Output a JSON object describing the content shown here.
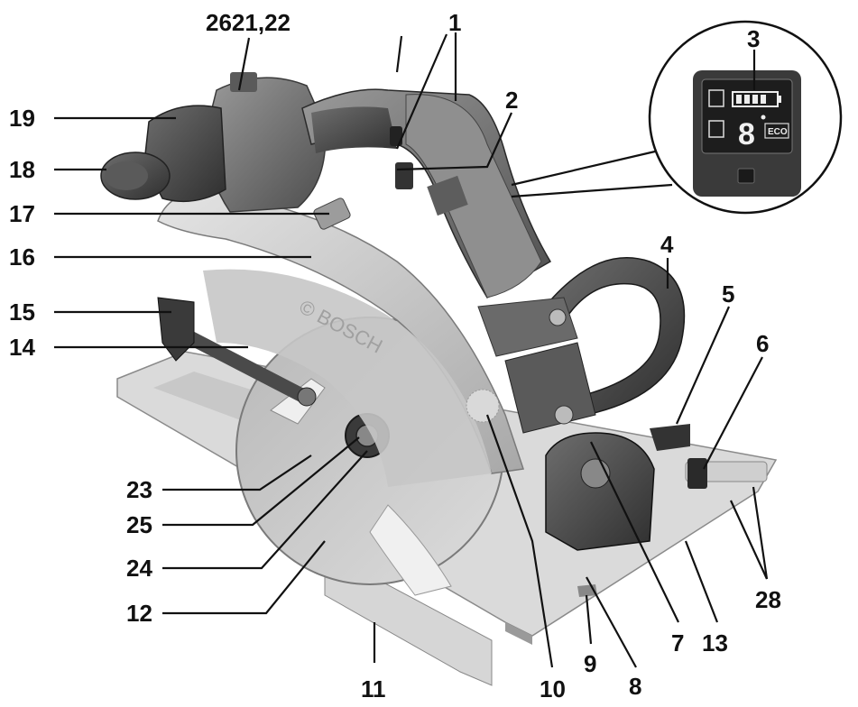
{
  "labels": {
    "l2621": "2621,22",
    "l1": "1",
    "l2": "2",
    "l3": "3",
    "l4": "4",
    "l5": "5",
    "l6": "6",
    "l7": "7",
    "l8": "8",
    "l9": "9",
    "l10": "10",
    "l11": "11",
    "l12": "12",
    "l13": "13",
    "l14": "14",
    "l15": "15",
    "l16": "16",
    "l17": "17",
    "l18": "18",
    "l19": "19",
    "l23": "23",
    "l24": "24",
    "l25": "25",
    "l28": "28"
  },
  "display": {
    "digit": "8",
    "eco": "ECO"
  },
  "colors": {
    "housing_dark": "#4a4a4a",
    "housing_mid": "#777777",
    "housing_light": "#a9a9a9",
    "blade_guard": "#c9c9c9",
    "base_plate": "#d8d8d8",
    "display_bg": "#202020",
    "label_text": "#111111"
  }
}
